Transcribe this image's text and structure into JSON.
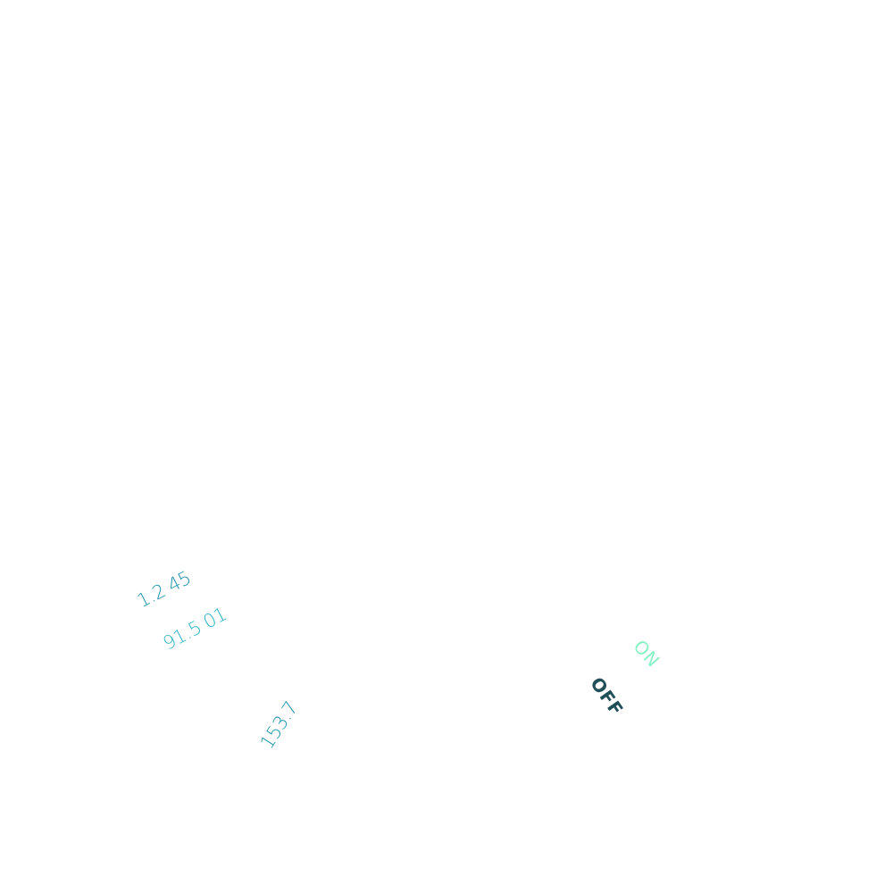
{
  "readings": {
    "primary": "1.2 45",
    "secondary": "91.5 01",
    "dial_value": "153.7"
  },
  "toggle": {
    "on_label": "ON",
    "off_label": "OFF"
  },
  "colors": {
    "background": "#ffffff",
    "reading_primary": "#1f93aa",
    "reading_secondary": "#2ab4c6",
    "dial_value": "#1e95ab",
    "on_label": "#86f2c6",
    "off_label": "#1f4f57"
  }
}
